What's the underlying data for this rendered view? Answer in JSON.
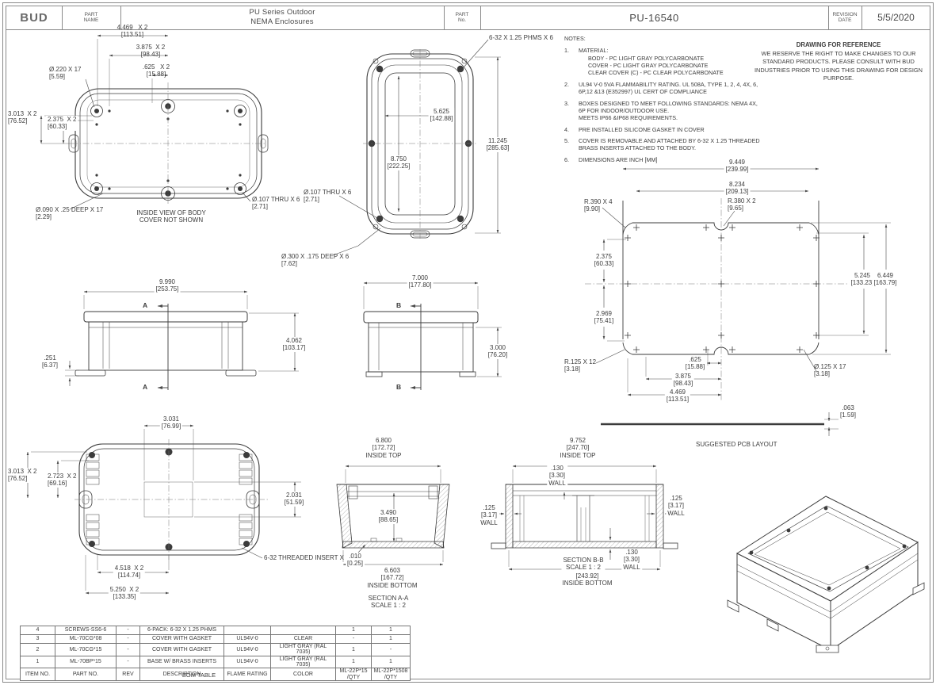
{
  "title_block": {
    "logo": "BUD",
    "part_name_label": "PART\nNAME",
    "part_name": "PU Series Outdoor\nNEMA Enclosures",
    "part_no_label": "PART\nNo.",
    "part_no": "PU-16540",
    "revision_label": "REVISION\nDATE",
    "revision_date": "5/5/2020"
  },
  "notes": {
    "heading": "NOTES:",
    "items": [
      {
        "num": "1.",
        "text": "MATERIAL:\n      BODY - PC LIGHT GRAY POLYCARBONATE\n      COVER - PC LIGHT GRAY POLYCARBONATE\n      CLEAR COVER (C) - PC CLEAR POLYCARBONATE"
      },
      {
        "num": "2.",
        "text": "UL94 V-0 5VA FLAMMABILITY RATING. UL 508A, TYPE 1, 2, 4, 4X, 6, 6P,12 &13 (E352997) UL CERT OF COMPLIANCE"
      },
      {
        "num": "3.",
        "text": "BOXES DESIGNED TO MEET FOLLOWING STANDARDS: NEMA 4X, 6P FOR INDOOR/OUTDOOR USE.\nMEETS IP66 &IP68 REQUIREMENTS."
      },
      {
        "num": "4.",
        "text": "PRE INSTALLED SILICONE GASKET IN COVER"
      },
      {
        "num": "5.",
        "text": "COVER IS REMOVABLE AND ATTACHED BY 6-32 X 1.25 THREADED BRASS INSERTS ATTACHED TO THE BODY."
      },
      {
        "num": "6.",
        "text": "DIMENSIONS ARE INCH [MM]"
      }
    ]
  },
  "reference": {
    "heading": "DRAWING FOR REFERENCE",
    "body": "WE RESERVE THE RIGHT TO MAKE CHANGES TO OUR STANDARD PRODUCTS. PLEASE CONSULT WITH BUD INDUSTRIES PRIOR TO USING THIS DRAWING FOR DESIGN PURPOSE."
  },
  "views": {
    "inside_body": {
      "caption": "INSIDE VIEW OF BODY\nCOVER NOT SHOWN",
      "d_4469": "4.469   X 2\n[113.51]",
      "d_3875": "3.875  X 2\n[98.43]",
      "d_625": ".625   X 2\n[15.88]",
      "d_220": "Ø.220 X 17\n[5.59]",
      "d_3013": "3.013  X 2\n[76.52]",
      "d_2375": "2.375  X 2\n[60.33]",
      "d_090": "Ø.090 X .25 DEEP X 17\n[2.29]",
      "d_107": "Ø.107 THRU X 6\n[2.71]"
    },
    "cover": {
      "d_phms": "6-32 X 1.25 PHMS X 6",
      "d_5625": "5.625\n[142.88]",
      "d_8750": "8.750\n[222.25]",
      "d_11245": "11.245\n[285.63]",
      "d_107": "Ø.107 THRU X 6\n[2.71]",
      "d_300": "Ø.300 X .175 DEEP X 6\n[7.62]"
    },
    "pcb": {
      "caption": "SUGGESTED PCB LAYOUT",
      "d_9449": "9.449\n[239.99]",
      "d_8234": "8.234\n[209.13]",
      "d_r390": "R.390 X 4\n[9.90]",
      "d_r380": "R.380 X 2\n[9.65]",
      "d_2375": "2.375\n[60.33]",
      "d_2969": "2.969\n[75.41]",
      "d_5245": "5.245\n[133.23]",
      "d_6449": "6.449\n[163.79]",
      "d_r125": "R.125 X 12\n[3.18]",
      "d_625": ".625\n[15.88]",
      "d_3875": "3.875\n[98.43]",
      "d_4469": "4.469\n[113.51]",
      "d_dia125": "Ø.125 X 17\n[3.18]",
      "d_063": ".063\n[1.59]"
    },
    "side": {
      "d_9990": "9.990\n[253.75]",
      "d_4062": "4.062\n[103.17]",
      "d_251": ".251\n[6.37]",
      "letter": "A"
    },
    "end": {
      "d_7000": "7.000\n[177.80]",
      "d_3000": "3.000\n[76.20]",
      "letter": "B"
    },
    "bottom": {
      "d_3031": "3.031\n[76.99]",
      "d_3013": "3.013  X 2\n[76.52]",
      "d_2723": "2.723  X 2\n[69.16]",
      "d_2031": "2.031\n[51.59]",
      "d_4518": "4.518  X 2\n[114.74]",
      "d_5250": "5.250  X 2\n[133.35]",
      "d_insert": "6-32 THREADED INSERT X 6"
    },
    "section_a": {
      "d_top": "6.800\n[172.72]\nINSIDE TOP",
      "d_3490": "3.490\n[88.65]",
      "d_010": ".010\n[0.25]",
      "d_bottom": "6.603\n[167.72]\nINSIDE BOTTOM",
      "caption": "SECTION A-A\nSCALE 1 : 2"
    },
    "section_b": {
      "d_top": "9.752\n[247.70]\nINSIDE TOP",
      "d_wall_top": ".130\n[3.30]\nWALL",
      "d_wall_left": ".125\n[3.17]\nWALL",
      "d_wall_right": ".125\n[3.17]\nWALL",
      "d_wall_bottom": ".130\n[3.30]\nWALL",
      "caption": "SECTION B-B\nSCALE 1 : 2",
      "d_bottom": "[243.92]\nINSIDE BOTTOM"
    }
  },
  "bom": {
    "caption": "BOM TABLE",
    "headers": [
      "ITEM NO.",
      "PART NO.",
      "REV",
      "DESCRIPTION",
      "FLAME RATING",
      "COLOR",
      "ML-22P*15\n/QTY",
      "ML-22P*1508\n/QTY"
    ],
    "rows": [
      [
        "4",
        "SCREWS-SS6-6",
        "-",
        "6-PACK: 6-32 X 1.25 PHMS",
        "",
        "",
        "1",
        "1"
      ],
      [
        "3",
        "ML-70CG*08",
        "-",
        "COVER WITH GASKET",
        "UL94V-0",
        "CLEAR",
        "-",
        "1"
      ],
      [
        "2",
        "ML-70CG*15",
        "-",
        "COVER WITH GASKET",
        "UL94V-0",
        "LIGHT GRAY (RAL 7035)",
        "1",
        "-"
      ],
      [
        "1",
        "ML-70BP*15",
        "-",
        "BASE W/ BRASS INSERTS",
        "UL94V-0",
        "LIGHT GRAY (RAL 7035)",
        "1",
        "1"
      ]
    ]
  },
  "colors": {
    "line": "#3b3b3b",
    "text": "#3c3c3c",
    "border": "#8a8a8a"
  }
}
